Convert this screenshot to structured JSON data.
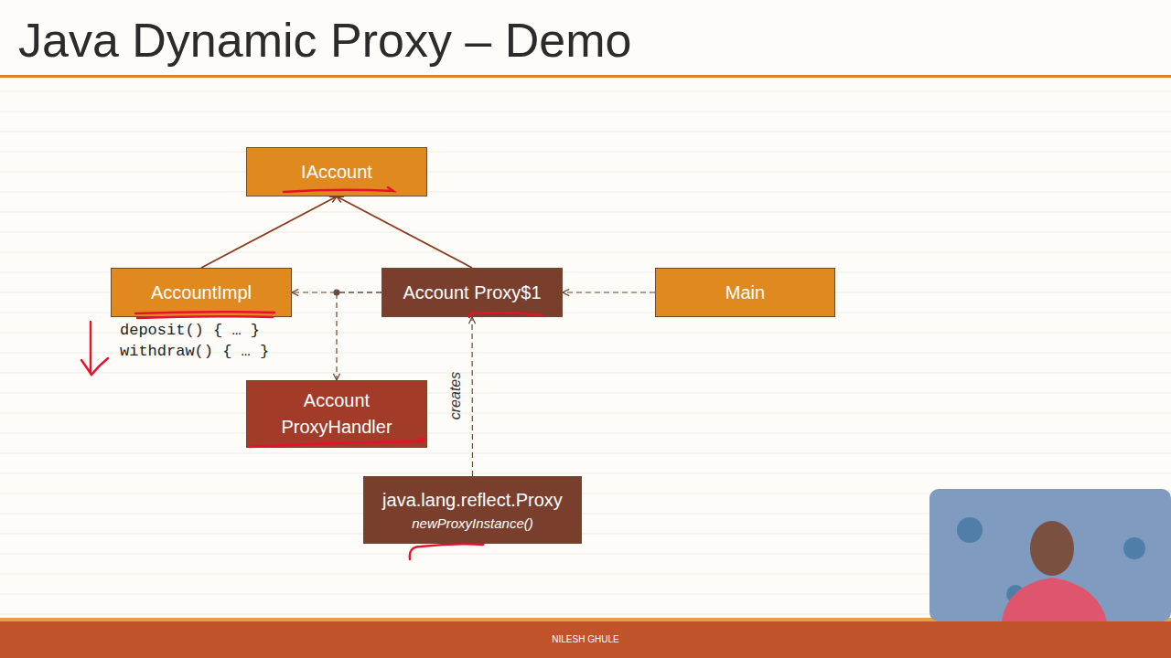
{
  "diagram": {
    "title": "Java Dynamic Proxy – Demo",
    "nodes": [
      {
        "text": [
          "IAccount"
        ]
      },
      {
        "text": [
          "AccountImpl"
        ]
      },
      {
        "text": [
          "Account Proxy$1"
        ]
      },
      {
        "text": [
          "Main"
        ]
      },
      {
        "text": [
          "Account ProxyHandler"
        ]
      },
      {
        "text": [
          "java.lang.reflect.Proxy",
          "newProxyInstance()"
        ]
      }
    ],
    "edges": [
      {
        "from": 1,
        "to": 0,
        "arrow": "to"
      },
      {
        "from": 2,
        "to": 0,
        "arrow": "to"
      },
      {
        "from": 2,
        "to": 1,
        "arrow": "to"
      },
      {
        "from": 2,
        "to": 4,
        "arrow": "to"
      },
      {
        "from": 5,
        "to": 2,
        "label": "creates",
        "arrow": "to"
      },
      {
        "from": 3,
        "to": 2,
        "arrow": "to"
      }
    ],
    "labels": [
      "deposit() { … }",
      "withdraw() { … }",
      "NILESH GHULE"
    ]
  }
}
